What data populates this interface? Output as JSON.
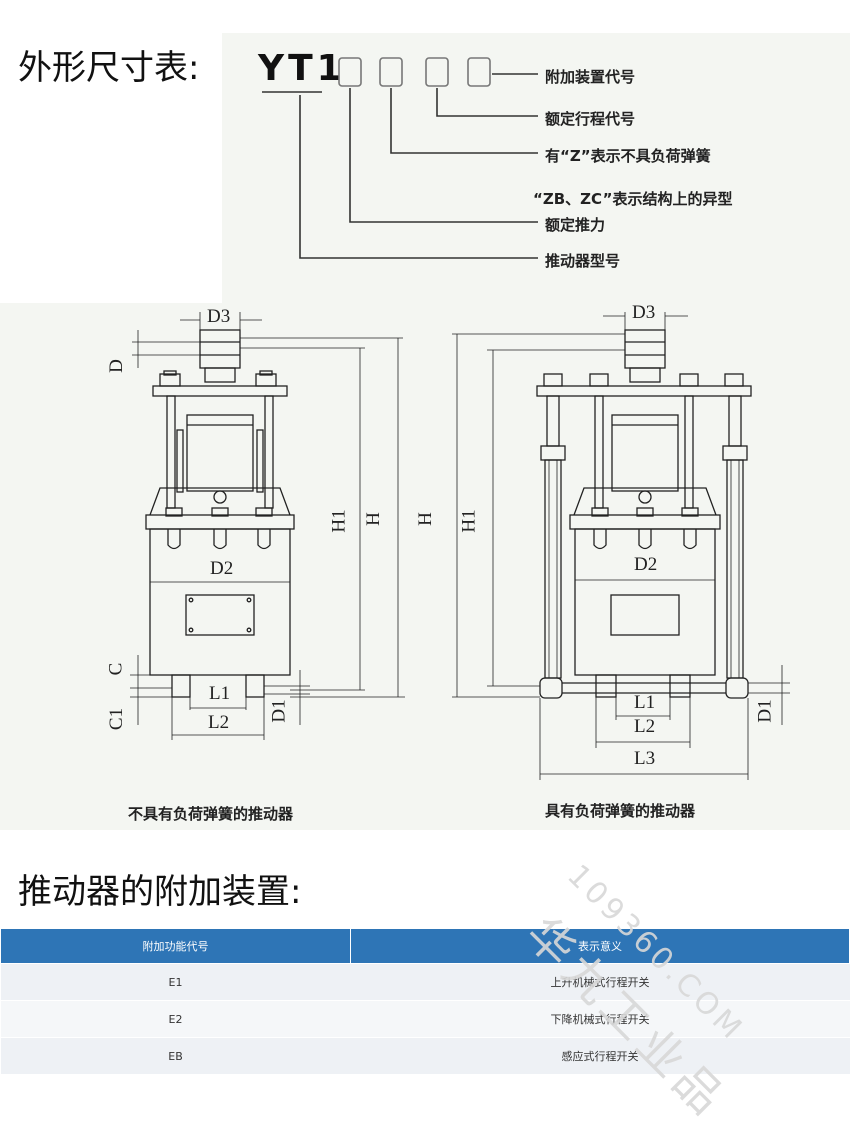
{
  "section1": {
    "title": "外形尺寸表:"
  },
  "model_code": {
    "prefix": "YT1",
    "labels": [
      "附加装置代号",
      "额定行程代号",
      "有“Z”表示不具负荷弹簧",
      "“ZB、ZC”表示结构上的异型",
      "额定推力",
      "推动器型号"
    ]
  },
  "drawing": {
    "left": {
      "caption": "不具有负荷弹簧的推动器",
      "dims": {
        "d3": "D3",
        "d": "D",
        "h1": "H1",
        "h": "H",
        "d2": "D2",
        "c": "C",
        "c1": "C1",
        "l1": "L1",
        "l2": "L2",
        "d1": "D1"
      }
    },
    "right": {
      "caption": "具有负荷弹簧的推动器",
      "dims": {
        "d3": "D3",
        "h": "H",
        "h1": "H1",
        "d2": "D2",
        "l1": "L1",
        "l2": "L2",
        "l3": "L3",
        "d1": "D1"
      }
    }
  },
  "section2": {
    "title": "推动器的附加装置:"
  },
  "addon_table": {
    "headers": [
      "附加功能代号",
      "表示意义"
    ],
    "rows": [
      [
        "E1",
        "上升机械式行程开关"
      ],
      [
        "E2",
        "下降机械式行程开关"
      ],
      [
        "EB",
        "感应式行程开关"
      ]
    ]
  },
  "watermark": {
    "text": "华九工业品",
    "sub": "109360.COM"
  }
}
